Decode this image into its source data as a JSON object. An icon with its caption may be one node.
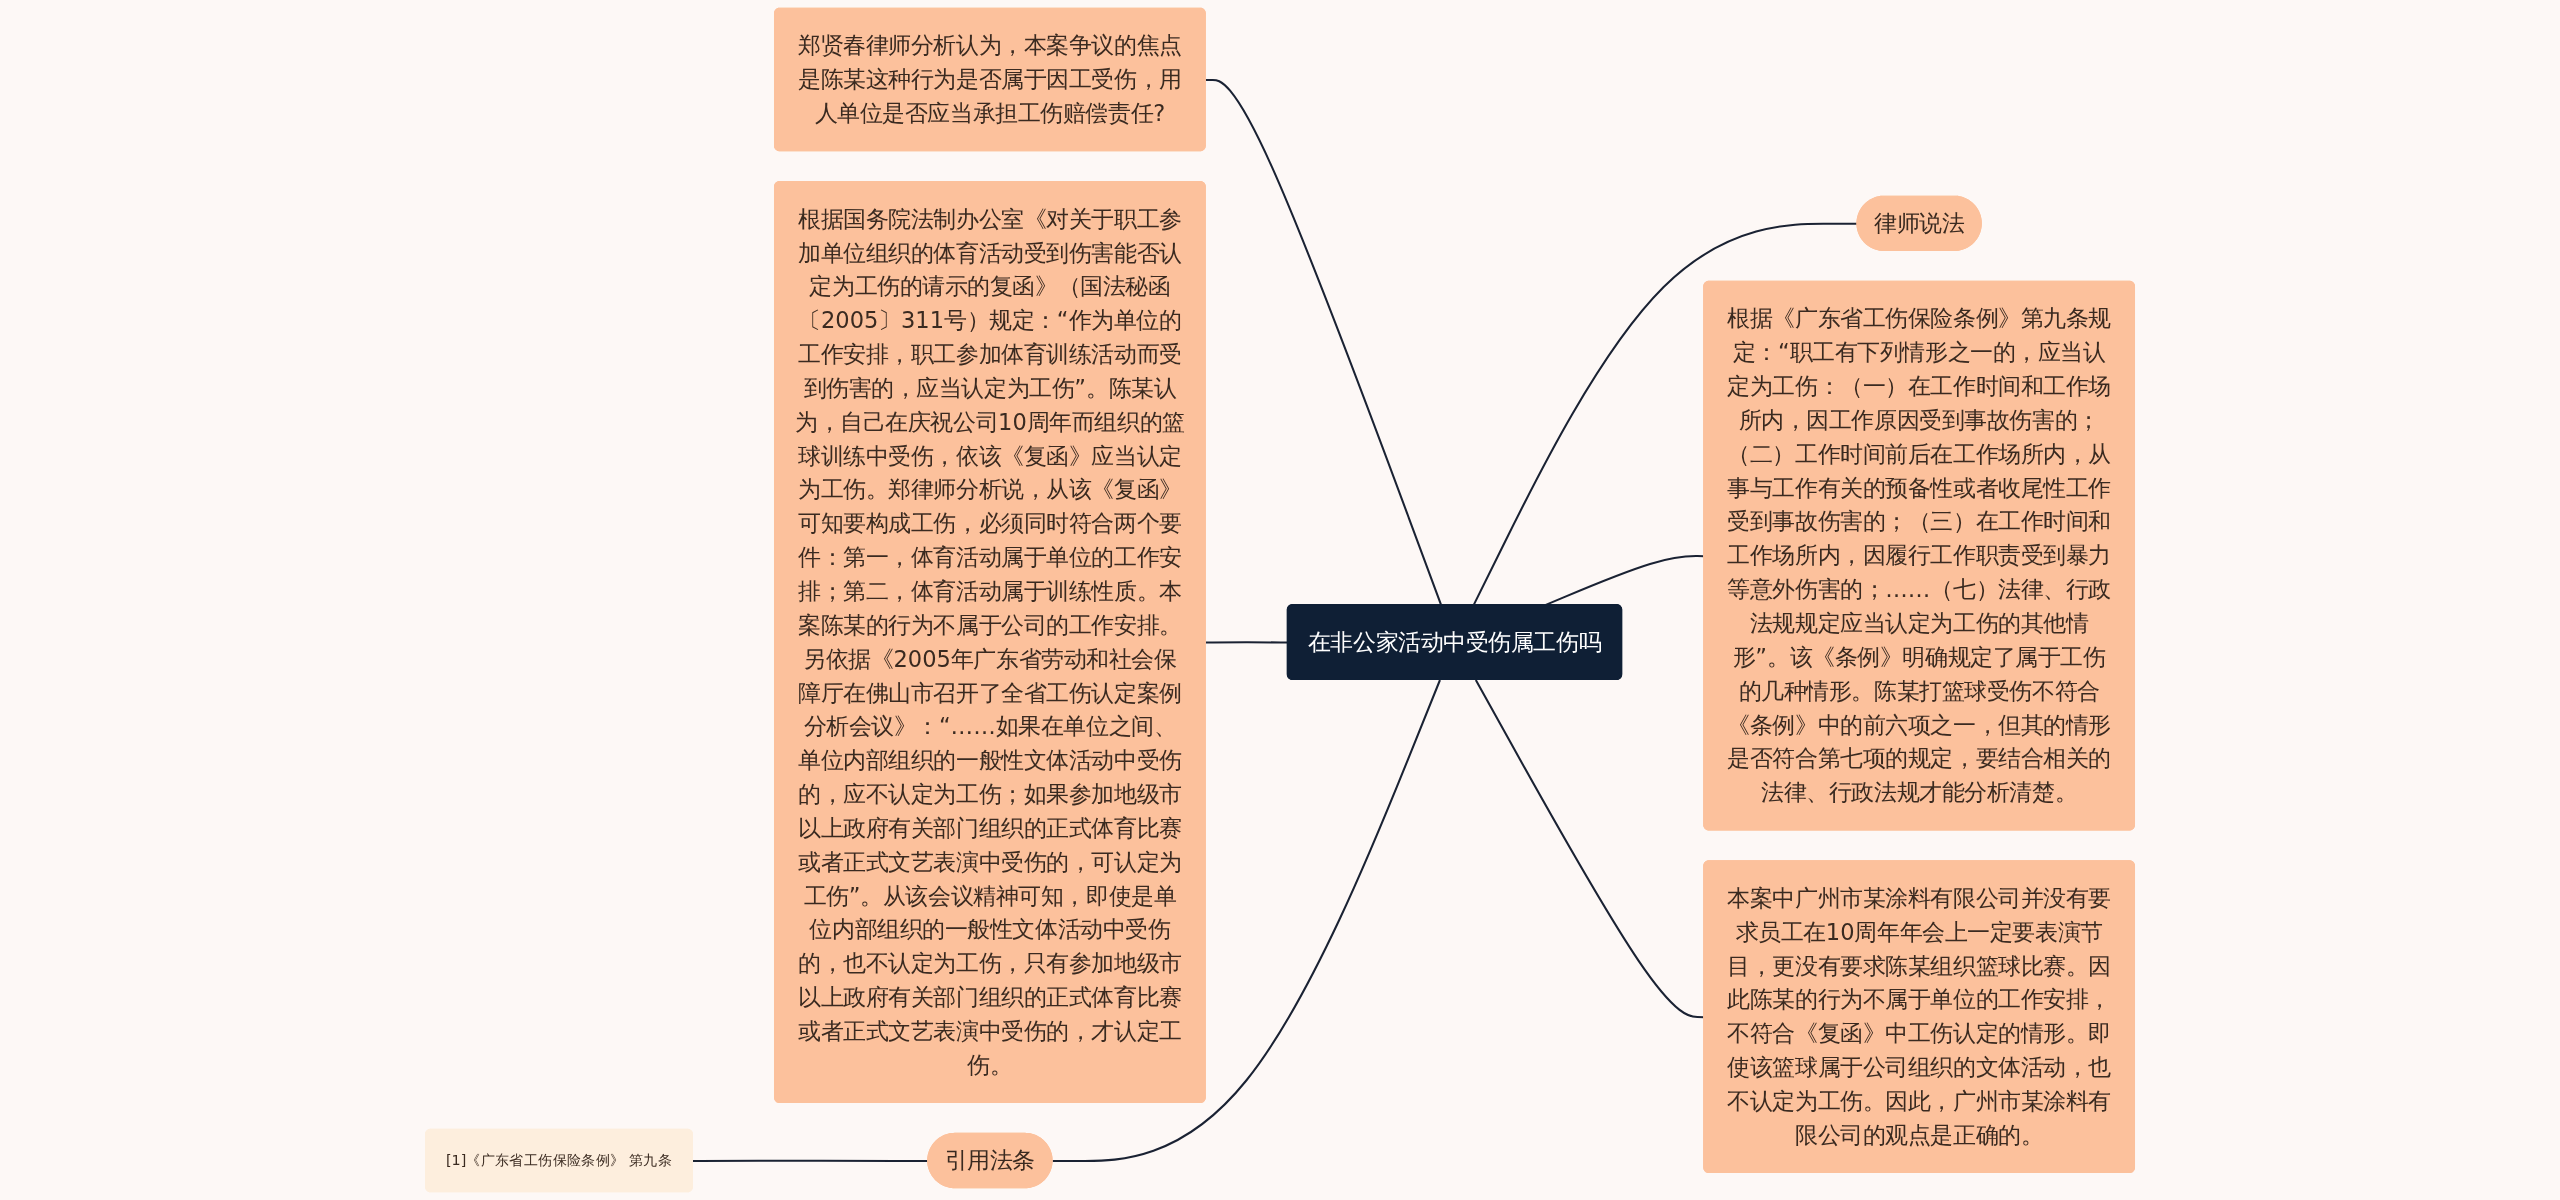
{
  "diagram": {
    "nodes": [
      {
        "text": [
          "在非公家活动中受伤属工伤吗"
        ]
      },
      {
        "text": [
          "郑贤春律师分析认为，本案争议的焦点是陈某这种行为是否属于因工受伤，用人单位是否应当承担工伤赔偿责任?"
        ]
      },
      {
        "text": [
          "律师说法"
        ]
      },
      {
        "text": [
          "根据国务院法制办公室《对关于职工参加单位组织的体育活动受到伤害能否认定为工伤的请示的复函》（国法秘函〔2005〕311号）规定：“作为单位的工作安排，职工参加体育训练活动而受到伤害的，应当认定为工伤”。陈某认为，自己在庆祝公司10周年而组织的篮球训练中受伤，依该《复函》应当认定为工伤。郑律师分析说，从该《复函》可知要构成工伤，必须同时符合两个要件：第一，体育活动属于单位的工作安排；第二，体育活动属于训练性质。本案陈某的行为不属于公司的工作安排。另依据《2005年广东省劳动和社会保障厅在佛山市召开了全省工伤认定案例分析会议》：“……如果在单位之间、单位内部组织的一般性文体活动中受伤的，应不认定为工伤；如果参加地级市以上政府有关部门组织的正式体育比赛或者正式文艺表演中受伤的，可认定为工伤”。从该会议精神可知，即使是单位内部组织的一般性文体活动中受伤的，也不认定为工伤，只有参加地级市以上政府有关部门组织的正式体育比赛或者正式文艺表演中受伤的，才认定工伤。"
        ]
      },
      {
        "text": [
          "根据《广东省工伤保险条例》第九条规定：“职工有下列情形之一的，应当认定为工伤：（一）在工作时间和工作场所内，因工作原因受到事故伤害的；（二）工作时间前后在工作场所内，从事与工作有关的预备性或者收尾性工作受到事故伤害的；（三）在工作时间和工作场所内，因履行工作职责受到暴力等意外伤害的；……（七）法律、行政法规规定应当认定为工伤的其他情形”。该《条例》明确规定了属于工伤的几种情形。陈某打篮球受伤不符合《条例》中的前六项之一，但其的情形是否符合第七项的规定，要结合相关的法律、行政法规才能分析清楚。"
        ]
      },
      {
        "text": [
          "本案中广州市某涂料有限公司并没有要求员工在10周年年会上一定要表演节目，更没有要求陈某组织篮球比赛。因此陈某的行为不属于单位的工作安排，不符合《复函》中工伤认定的情形。即使该篮球属于公司组织的文体活动，也不认定为工伤。因此，广州市某涂料有限公司的观点是正确的。"
        ]
      },
      {
        "text": [
          "引用法条"
        ]
      },
      {
        "text": [
          "[1]《广东省工伤保险条例》 第九条"
        ]
      }
    ],
    "edges": [
      {
        "from": 0,
        "to": 1,
        "arrow": "none"
      },
      {
        "from": 0,
        "to": 2,
        "arrow": "none"
      },
      {
        "from": 0,
        "to": 3,
        "arrow": "none"
      },
      {
        "from": 0,
        "to": 4,
        "arrow": "none"
      },
      {
        "from": 0,
        "to": 5,
        "arrow": "none"
      },
      {
        "from": 0,
        "to": 6,
        "arrow": "none"
      },
      {
        "from": 6,
        "to": 7,
        "arrow": "none"
      }
    ]
  }
}
